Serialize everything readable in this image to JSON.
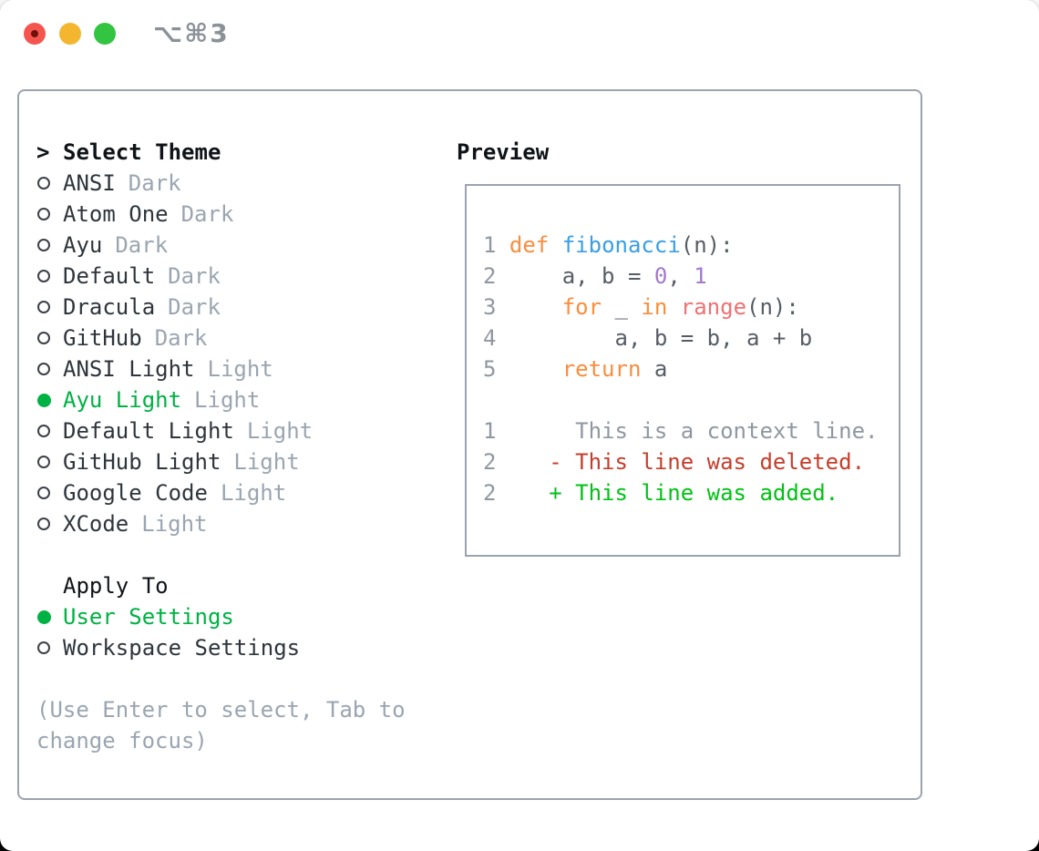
{
  "titlebar": {
    "shortcut": "⌥⌘3"
  },
  "theme_list": {
    "prompt": ">",
    "title": "Select Theme",
    "items": [
      {
        "name": "ANSI",
        "variant": "Dark",
        "selected": false
      },
      {
        "name": "Atom One",
        "variant": "Dark",
        "selected": false
      },
      {
        "name": "Ayu",
        "variant": "Dark",
        "selected": false
      },
      {
        "name": "Default",
        "variant": "Dark",
        "selected": false
      },
      {
        "name": "Dracula",
        "variant": "Dark",
        "selected": false
      },
      {
        "name": "GitHub",
        "variant": "Dark",
        "selected": false
      },
      {
        "name": "ANSI Light",
        "variant": "Light",
        "selected": false
      },
      {
        "name": "Ayu Light",
        "variant": "Light",
        "selected": true
      },
      {
        "name": "Default Light",
        "variant": "Light",
        "selected": false
      },
      {
        "name": "GitHub Light",
        "variant": "Light",
        "selected": false
      },
      {
        "name": "Google Code",
        "variant": "Light",
        "selected": false
      },
      {
        "name": "XCode",
        "variant": "Light",
        "selected": false
      }
    ]
  },
  "apply_to": {
    "title": "Apply To",
    "options": [
      {
        "label": "User Settings",
        "selected": true
      },
      {
        "label": "Workspace Settings",
        "selected": false
      }
    ]
  },
  "help_text": {
    "line1": "(Use Enter to select, Tab to",
    "line2": "change focus)"
  },
  "preview": {
    "title": "Preview",
    "lines": [
      [
        {
          "c": "num",
          "t": "1 "
        },
        {
          "c": "kw",
          "t": "def"
        },
        {
          "c": "fg",
          "t": " "
        },
        {
          "c": "fn",
          "t": "fibonacci"
        },
        {
          "c": "fg",
          "t": "(n):"
        }
      ],
      [
        {
          "c": "num",
          "t": "2 "
        },
        {
          "c": "fg",
          "t": "    a, b = "
        },
        {
          "c": "const",
          "t": "0"
        },
        {
          "c": "fg",
          "t": ", "
        },
        {
          "c": "const",
          "t": "1"
        }
      ],
      [
        {
          "c": "num",
          "t": "3 "
        },
        {
          "c": "fg",
          "t": "    "
        },
        {
          "c": "kw",
          "t": "for"
        },
        {
          "c": "fg",
          "t": " _ "
        },
        {
          "c": "kw",
          "t": "in"
        },
        {
          "c": "fg",
          "t": " "
        },
        {
          "c": "call",
          "t": "range"
        },
        {
          "c": "fg",
          "t": "(n):"
        }
      ],
      [
        {
          "c": "num",
          "t": "4 "
        },
        {
          "c": "fg",
          "t": "        a, b = b, a + b"
        }
      ],
      [
        {
          "c": "num",
          "t": "5 "
        },
        {
          "c": "fg",
          "t": "    "
        },
        {
          "c": "kw",
          "t": "return"
        },
        {
          "c": "fg",
          "t": " a"
        }
      ],
      [],
      [
        {
          "c": "num",
          "t": "1"
        },
        {
          "c": "ctx",
          "t": "      This is a context line."
        }
      ],
      [
        {
          "c": "num",
          "t": "2"
        },
        {
          "c": "del",
          "t": "    - This line was deleted."
        }
      ],
      [
        {
          "c": "num",
          "t": "2"
        },
        {
          "c": "add",
          "t": "    + This line was added."
        }
      ]
    ]
  },
  "colors": {
    "traffic_red": "#f4564f",
    "traffic_red_dot": "#70100a",
    "traffic_yellow": "#f5b62f",
    "traffic_green": "#33c441",
    "titlebar_fg": "#8b9199",
    "panel_border": "#9ba3af",
    "ui_header": "#101418",
    "ui_fg": "#2f353c",
    "ui_muted": "#9aa5b1",
    "ui_ring": "#3c4148",
    "ui_selected": "#00b144",
    "code_num": "#8f97a1",
    "code_fg": "#565d66",
    "code_kw": "#fa8d3e",
    "code_fn": "#399ee6",
    "code_const": "#a37acc",
    "code_call": "#f07171",
    "code_ctx": "#8f97a1",
    "code_del": "#c43e2b",
    "code_add": "#00c214"
  }
}
